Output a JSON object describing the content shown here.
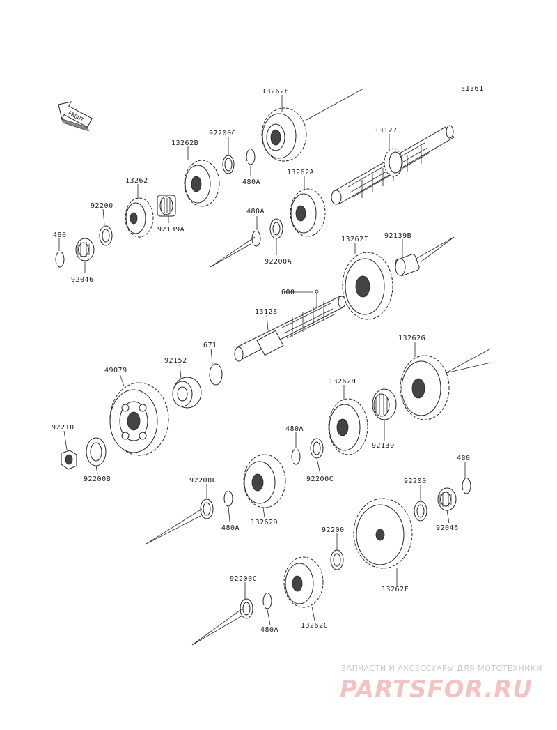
{
  "diagram_code": "E1361",
  "front_label": "FRONT",
  "labels": {
    "p13262E": "13262E",
    "p13127": "13127",
    "p92200C_top": "92200C",
    "p13262B": "13262B",
    "p480A_top": "480A",
    "p13262A": "13262A",
    "p13262": "13262",
    "p92200_left": "92200",
    "p92139A": "92139A",
    "p480A_mid": "480A",
    "p480_left": "480",
    "p92200A": "92200A",
    "p92046_left": "92046",
    "p13262I": "13262I",
    "p92139B": "92139B",
    "p600": "600",
    "p13128": "13128",
    "p671": "671",
    "p92152": "92152",
    "p49079": "49079",
    "p13262G": "13262G",
    "p13262H": "13262H",
    "p92210": "92210",
    "p92200B": "92200B",
    "p480A_low": "480A",
    "p92139": "92139",
    "p92200C_mid": "92200C",
    "p92200C_left": "92200C",
    "p480_right": "480",
    "p92200_right": "92200",
    "p13262D": "13262D",
    "p480A_low2": "480A",
    "p92046_right": "92046",
    "p92200_low": "92200",
    "p92200C_bottom": "92200C",
    "p13262F": "13262F",
    "p480A_bottom": "480A",
    "p13262C": "13262C"
  },
  "watermark": {
    "tagline": "ЗАПЧАСТИ И АКСЕССУАРЫ ДЛЯ МОТОТЕХНИКИ",
    "brand": "PARTSFOR.RU"
  }
}
